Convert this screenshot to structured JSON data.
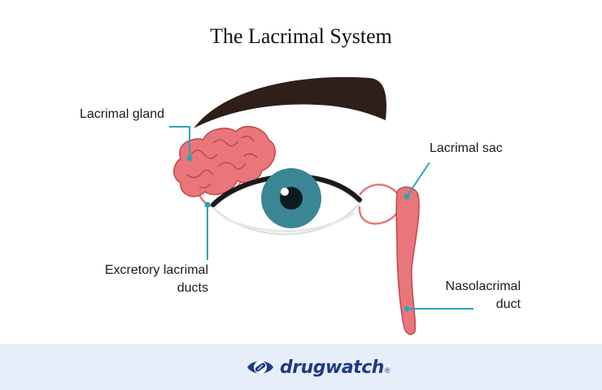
{
  "title": "The Lacrimal System",
  "labels": {
    "lacrimal_gland": "Lacrimal gland",
    "lacrimal_sac": "Lacrimal sac",
    "excretory_line1": "Excretory lacrimal",
    "excretory_line2": "ducts",
    "naso_line1": "Nasolacrimal",
    "naso_line2": "duct"
  },
  "footer": {
    "brand": "drugwatch",
    "brand_mark": "®"
  },
  "colors": {
    "gland": "#e8767a",
    "gland_dark": "#c2474f",
    "iris": "#3b8694",
    "pupil": "#0d1b1e",
    "brow": "#2e1f1a",
    "leader": "#2aa4b8",
    "footer_bg": "#e8eef9",
    "brand": "#1f3a8a"
  }
}
